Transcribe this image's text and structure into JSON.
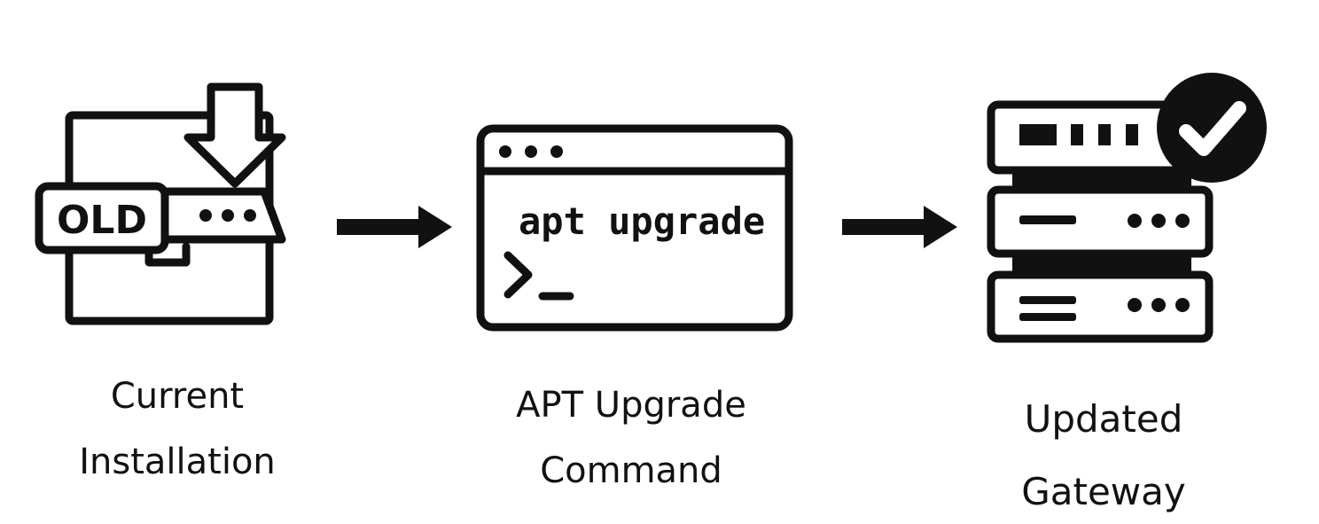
{
  "steps": [
    {
      "icon": "old-installation-box-icon",
      "badge": "OLD",
      "label_line1": "Current",
      "label_line2": "Installation"
    },
    {
      "icon": "terminal-window-icon",
      "command": "apt upgrade",
      "prompt": ">_",
      "label_line1": "APT Upgrade",
      "label_line2": "Command"
    },
    {
      "icon": "server-stack-check-icon",
      "label_line1": "Updated",
      "label_line2": "Gateway"
    }
  ],
  "arrows": [
    "arrow-right-icon",
    "arrow-right-icon"
  ],
  "colors": {
    "ink": "#111111",
    "background": "#ffffff"
  }
}
